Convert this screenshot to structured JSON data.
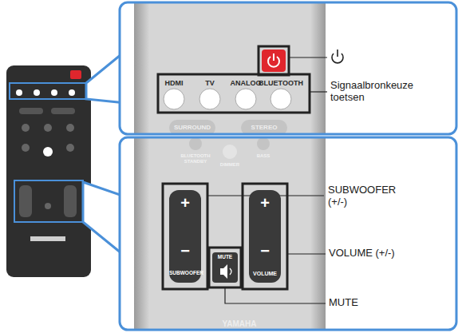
{
  "diagram": {
    "nodes": [
      {
        "text": [
          "+",
          "−",
          "SUBWOOFER"
        ]
      },
      {
        "text": [
          "MUTE"
        ]
      },
      {
        "text": [
          "+",
          "−",
          "VOLUME"
        ]
      }
    ],
    "labels": [
      "HDMI",
      "TV",
      "ANALOG",
      "BLUETOOTH",
      "Signaalbronkeuze toetsen",
      "SURROUND",
      "STEREO",
      "BLUETOOTH STANDBY",
      "DIMMER",
      "BASS",
      "SUBWOOFER (+/-)",
      "VOLUME (+/-)",
      "MUTE",
      "YAMAHA"
    ]
  }
}
